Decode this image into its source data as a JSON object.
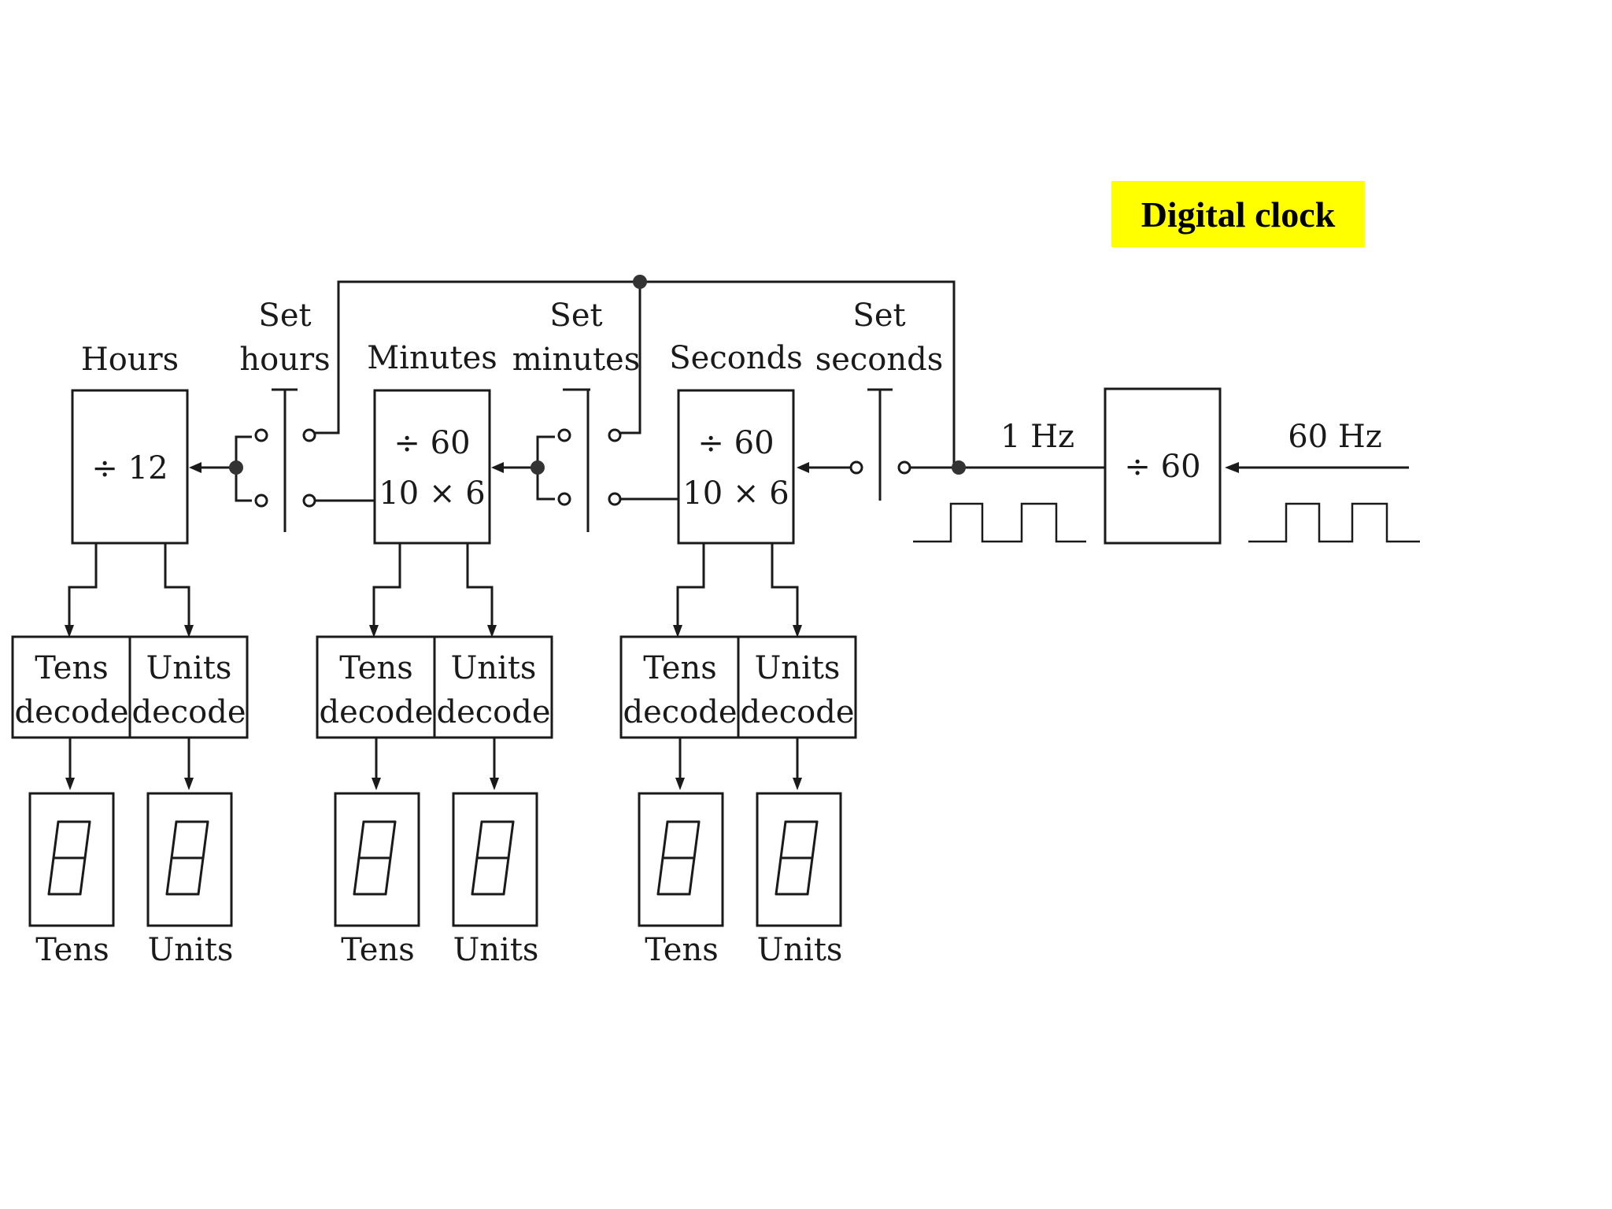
{
  "title": "Digital clock",
  "colors": {
    "title_background": "#ffff00",
    "ink": "#1a1a1a"
  },
  "stages": {
    "hours": {
      "label": "Hours",
      "counter_line1": "÷ 12",
      "counter_line2": ""
    },
    "minutes": {
      "label": "Minutes",
      "counter_line1": "÷ 60",
      "counter_line2": "10 × 6"
    },
    "seconds": {
      "label": "Seconds",
      "counter_line1": "÷ 60",
      "counter_line2": "10 × 6"
    }
  },
  "switches": {
    "set_hours": {
      "line1": "Set",
      "line2": "hours"
    },
    "set_minutes": {
      "line1": "Set",
      "line2": "minutes"
    },
    "set_seconds": {
      "line1": "Set",
      "line2": "seconds"
    }
  },
  "prescaler": {
    "label": "÷ 60",
    "input_freq": "60 Hz",
    "output_freq": "1 Hz"
  },
  "decoders": {
    "tens_line1": "Tens",
    "units_line1": "Units",
    "line2": "decode"
  },
  "displays": {
    "tens_label": "Tens",
    "units_label": "Units",
    "digit_icon": "seven-segment-digit-8"
  }
}
